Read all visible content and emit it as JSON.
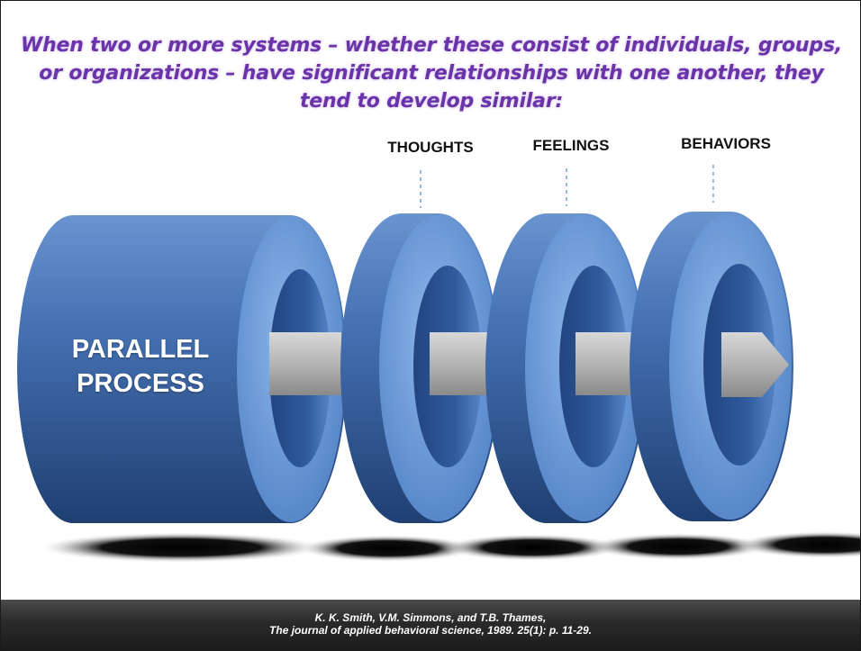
{
  "slide": {
    "title": "When two or more systems – whether these consist of individuals, groups, or organizations – have significant relationships with one another, they tend to develop similar:",
    "center_label_line1": "PARALLEL",
    "center_label_line2": "PROCESS",
    "stages": [
      {
        "label": "THOUGHTS"
      },
      {
        "label": "FEELINGS"
      },
      {
        "label": "BEHAVIORS"
      }
    ],
    "citation_line1": "K. K. Smith, V.M. Simmons, and T.B. Thames,",
    "citation_line2": "The journal of applied behavioral science, 1989. 25(1): p. 11-29."
  },
  "colors": {
    "title": "#6a34a8",
    "ring_body": "#3f6fb0",
    "ring_face": "#6f9fdc",
    "arrow": "#a8a8a8",
    "footer": "#2a2a2a"
  }
}
